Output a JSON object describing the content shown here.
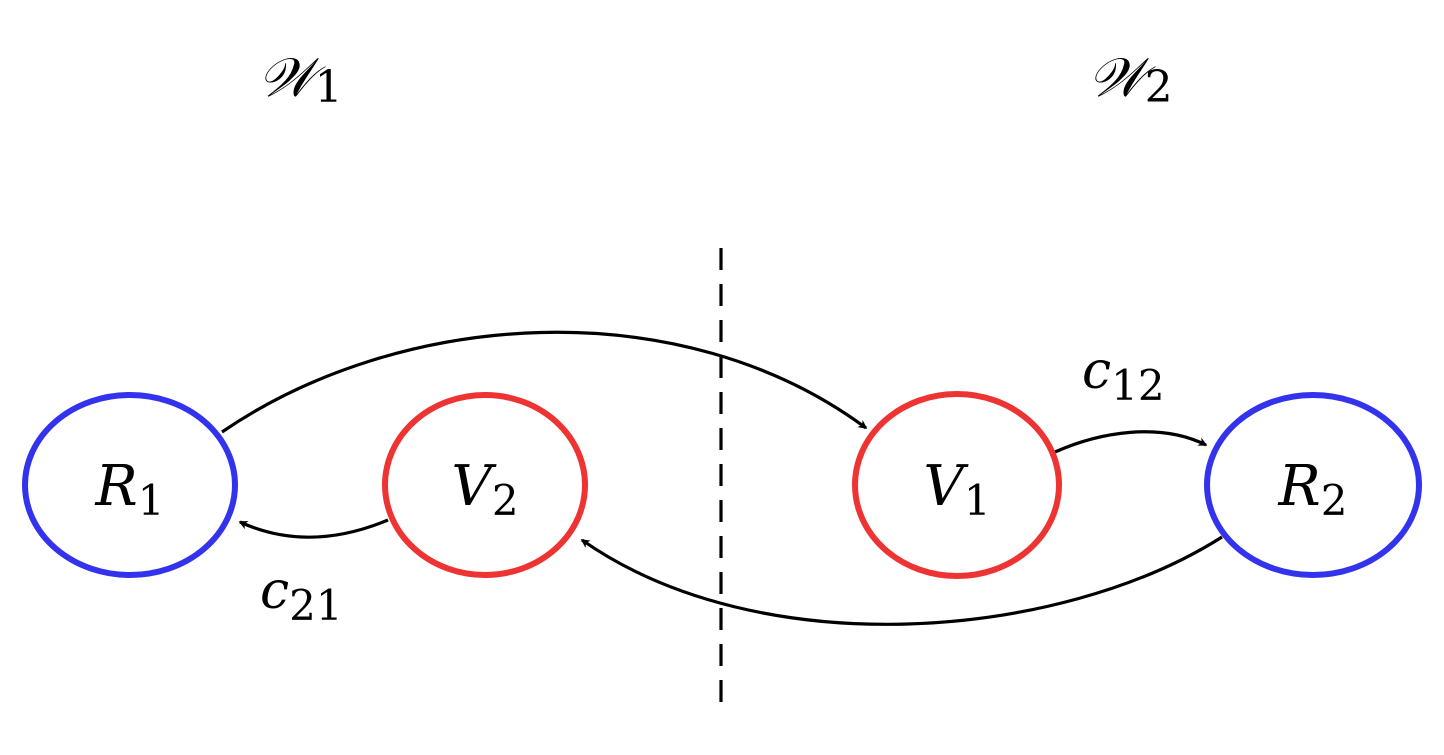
{
  "colors": {
    "receiver": "#3333ee",
    "voter": "#ee3333",
    "edge": "#000000"
  },
  "regions": [
    {
      "id": "w1",
      "main": "𝒲",
      "sub": "1"
    },
    {
      "id": "w2",
      "main": "𝒲",
      "sub": "2"
    }
  ],
  "nodes": [
    {
      "id": "R1",
      "main": "R",
      "sub": "1",
      "kind": "receiver"
    },
    {
      "id": "V2",
      "main": "V",
      "sub": "2",
      "kind": "voter"
    },
    {
      "id": "V1",
      "main": "V",
      "sub": "1",
      "kind": "voter"
    },
    {
      "id": "R2",
      "main": "R",
      "sub": "2",
      "kind": "receiver"
    }
  ],
  "edges": [
    {
      "from": "R1",
      "to": "V1",
      "label_main": "",
      "label_sub": ""
    },
    {
      "from": "V1",
      "to": "R2",
      "label_main": "c",
      "label_sub": "12"
    },
    {
      "from": "R2",
      "to": "V2",
      "label_main": "",
      "label_sub": ""
    },
    {
      "from": "V2",
      "to": "R1",
      "label_main": "c",
      "label_sub": "21"
    }
  ]
}
